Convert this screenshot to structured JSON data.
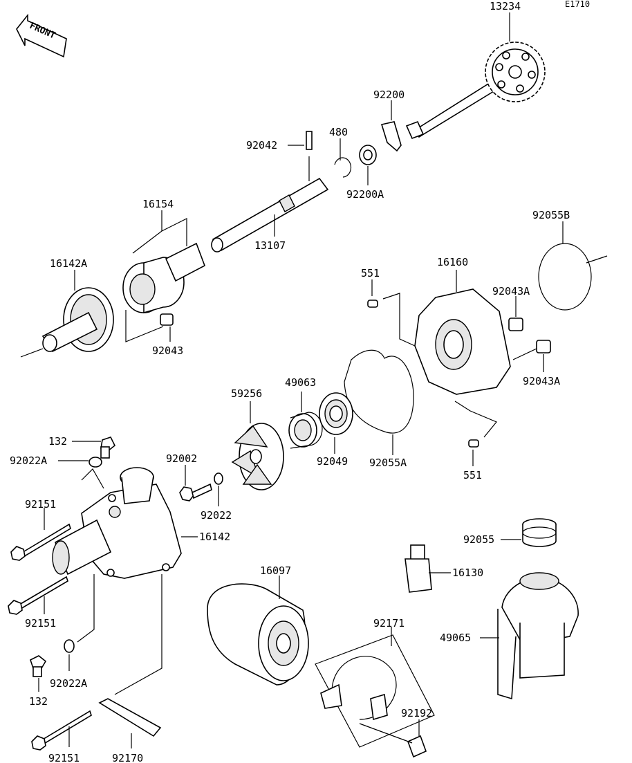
{
  "diagram": {
    "code": "E1710",
    "front_label": "FRONT",
    "labels": {
      "p13234": "13234",
      "p92200": "92200",
      "p480": "480",
      "p92042": "92042",
      "p92200A": "92200A",
      "p16154": "16154",
      "p13107": "13107",
      "p16142A": "16142A",
      "p92043": "92043",
      "p92055B": "92055B",
      "p551_top": "551",
      "p16160": "16160",
      "p92043A_top": "92043A",
      "p92043A_bottom": "92043A",
      "p59256": "59256",
      "p49063": "49063",
      "p92049": "92049",
      "p92055A": "92055A",
      "p551_bottom": "551",
      "p132_top": "132",
      "p92022A_top": "92022A",
      "p92002": "92002",
      "p92022": "92022",
      "p92151_top": "92151",
      "p16142": "16142",
      "p92151_mid": "92151",
      "p92022A_bottom": "92022A",
      "p132_bottom": "132",
      "p92151_bottom": "92151",
      "p92170": "92170",
      "p16097": "16097",
      "p92171": "92171",
      "p92192": "92192",
      "p92055": "92055",
      "p16130": "16130",
      "p49065": "49065"
    }
  }
}
